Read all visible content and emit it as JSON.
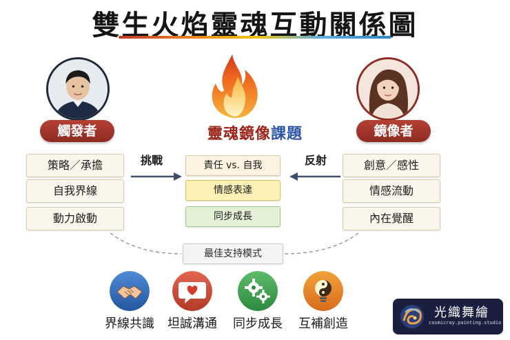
{
  "title": "雙生火焰靈魂互動關係圖",
  "left_person": {
    "role": "觸發者",
    "traits": [
      "策略／承擔",
      "自我界線",
      "動力啟動"
    ]
  },
  "right_person": {
    "role": "鏡像者",
    "traits": [
      "創意／感性",
      "情感流動",
      "內在覺醒"
    ]
  },
  "center": {
    "title_main": "靈魂鏡像",
    "title_accent": "課題",
    "lessons": [
      "責任 vs. 自我",
      "情感表達",
      "同步成長"
    ]
  },
  "arrows": {
    "left_label": "挑戰",
    "right_label": "反射"
  },
  "support": {
    "label": "最佳支持模式",
    "modes": [
      {
        "label": "界線共識",
        "icon": "handshake-icon"
      },
      {
        "label": "坦誠溝通",
        "icon": "heart-speech-icon"
      },
      {
        "label": "同步成長",
        "icon": "gears-icon"
      },
      {
        "label": "互補創造",
        "icon": "lightbulb-yinyang-icon"
      }
    ]
  },
  "logo": {
    "name": "光織舞繪",
    "tagline": "cosmicray.painting.studio"
  }
}
